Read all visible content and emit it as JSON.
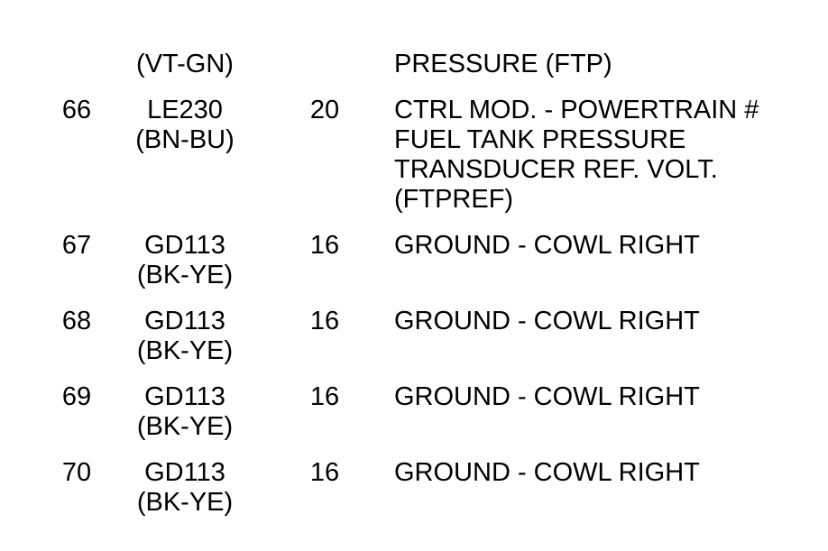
{
  "page": {
    "background_color": "#ffffff",
    "text_color": "#000000"
  },
  "table": {
    "column_semantics": [
      "pin_number",
      "circuit_code_and_wire_color",
      "wire_gauge",
      "description"
    ],
    "rows": [
      {
        "pin": "",
        "circuit": [
          "(VT-GN)"
        ],
        "gauge": "",
        "description": [
          "PRESSURE (FTP)"
        ]
      },
      {
        "pin": "66",
        "circuit": [
          "LE230",
          "(BN-BU)"
        ],
        "gauge": "20",
        "description": [
          "CTRL MOD. - POWERTRAIN #",
          "FUEL TANK PRESSURE",
          "TRANSDUCER REF. VOLT.",
          "(FTPREF)"
        ]
      },
      {
        "pin": "67",
        "circuit": [
          "GD113",
          "(BK-YE)"
        ],
        "gauge": "16",
        "description": [
          "GROUND - COWL RIGHT"
        ]
      },
      {
        "pin": "68",
        "circuit": [
          "GD113",
          "(BK-YE)"
        ],
        "gauge": "16",
        "description": [
          "GROUND - COWL RIGHT"
        ]
      },
      {
        "pin": "69",
        "circuit": [
          "GD113",
          "(BK-YE)"
        ],
        "gauge": "16",
        "description": [
          "GROUND - COWL RIGHT"
        ]
      },
      {
        "pin": "70",
        "circuit": [
          "GD113",
          "(BK-YE)"
        ],
        "gauge": "16",
        "description": [
          "GROUND - COWL RIGHT"
        ]
      }
    ]
  }
}
